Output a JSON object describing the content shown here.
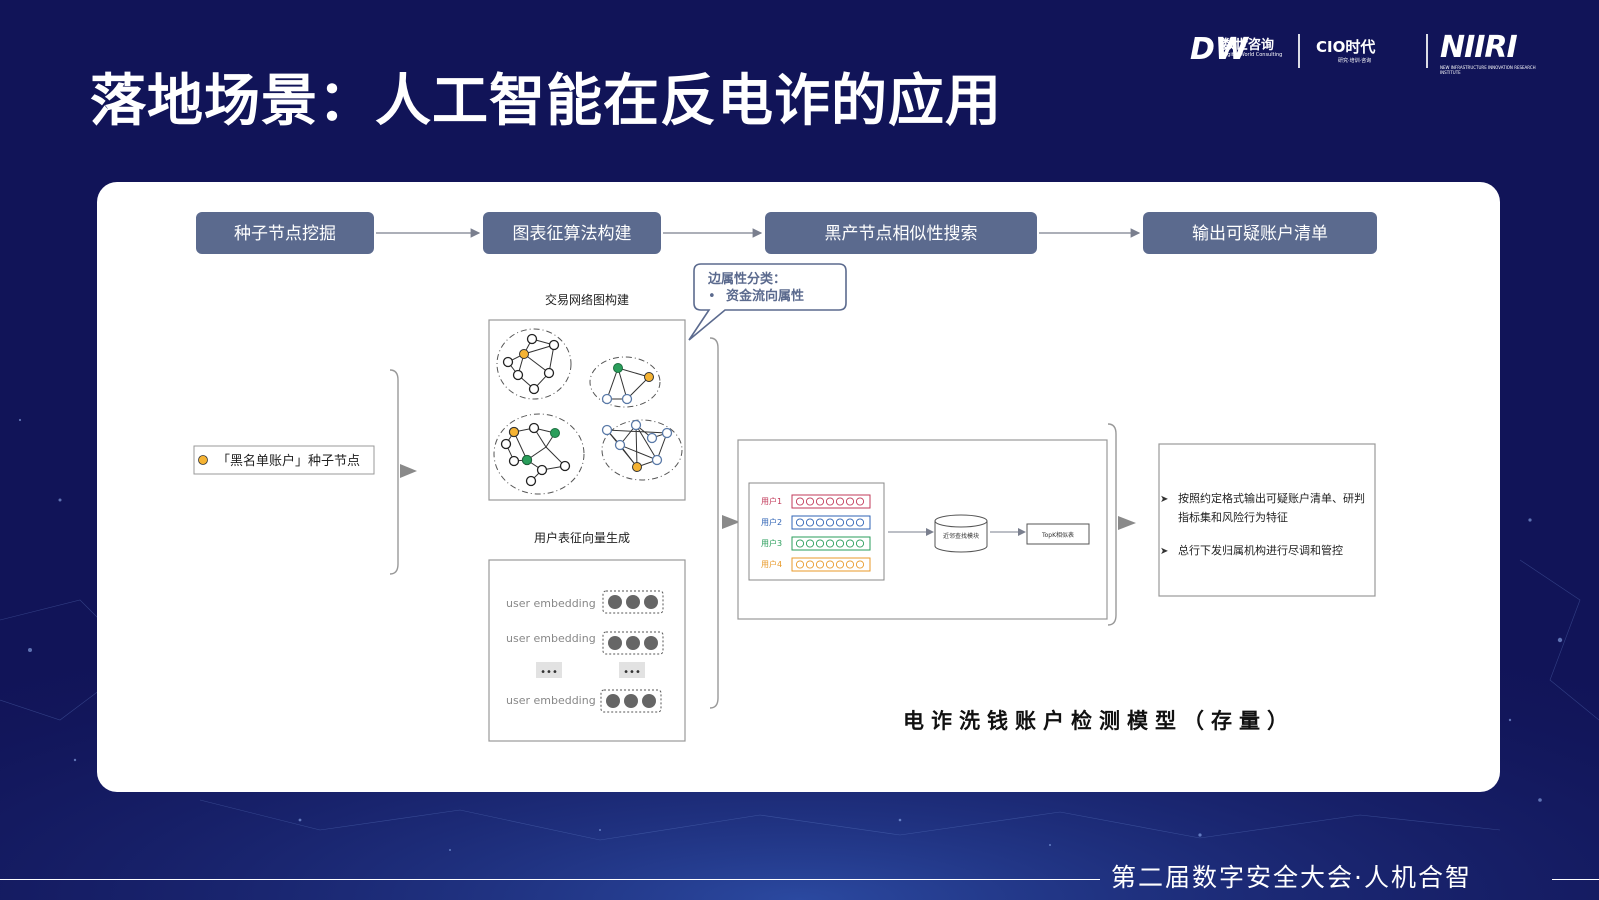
{
  "slide": {
    "title": "落地场景：人工智能在反电诈的应用",
    "footer": "第二届数字安全大会·人机合智"
  },
  "logos": {
    "dw_mark": "DW",
    "dw_name": "数世咨询",
    "dw_en": "Digital World Consulting",
    "cio_name": "CIO时代",
    "cio_sub": "研究·培训·咨询",
    "nii_name": "NIIRI",
    "nii_sub": "NEW INFRASTRUCTURE INNOVATION RESEARCH INSTITUTE"
  },
  "diagram": {
    "stages": [
      "种子节点挖掘",
      "图表征算法构建",
      "黑产节点相似性搜索",
      "输出可疑账户清单"
    ],
    "callout": {
      "title": "边属性分类：",
      "item": "资金流向属性"
    },
    "graph_title": "交易网络图构建",
    "embedding_title": "用户表征向量生成",
    "embedding_rows": [
      "user embedding",
      "user embedding",
      "user embedding"
    ],
    "ellipsis": "•••",
    "seed_label": "「黑名单账户」种子节点",
    "users": [
      "用户1",
      "用户2",
      "用户3",
      "用户4"
    ],
    "search_module": "近邻查找模块",
    "topk": "TopK相似表",
    "outputs": [
      "按照约定格式输出可疑账户清单、研判",
      "指标集和风险行为特征",
      "总行下发归属机构进行尽调和管控"
    ],
    "model_title": "电诈洗钱账户检测模型（存量）",
    "colors": {
      "stage_fill": "#5b6a8e",
      "node_orange": "#f5b333",
      "node_green": "#2a9e5b",
      "user1": "#c23a5a",
      "user2": "#2f63b5",
      "user3": "#2a9e5b",
      "user4": "#e89a2a"
    }
  }
}
